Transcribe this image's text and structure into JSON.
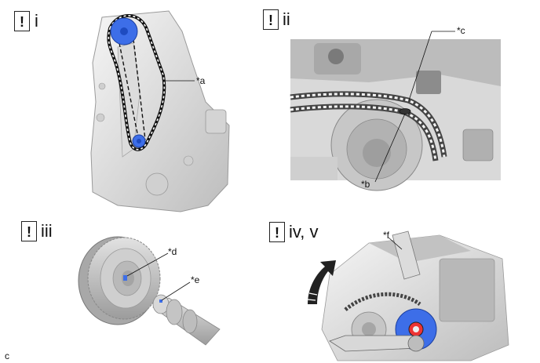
{
  "steps": [
    {
      "mark": "!",
      "label": "i"
    },
    {
      "mark": "!",
      "label": "ii"
    },
    {
      "mark": "!",
      "label": "iii"
    },
    {
      "mark": "!",
      "label": "iv, v"
    }
  ],
  "callouts": {
    "a": "*a",
    "b": "*b",
    "c": "*c",
    "d": "*d",
    "e": "*e",
    "f": "*f"
  },
  "figure_code": "c",
  "colors": {
    "sprocket_blue": "#3d6ee8",
    "metal_light": "#eeeeee",
    "metal_mid": "#c9c9c9",
    "metal_dark": "#8a8a8a",
    "line": "#111111",
    "arrow": "#222222"
  }
}
